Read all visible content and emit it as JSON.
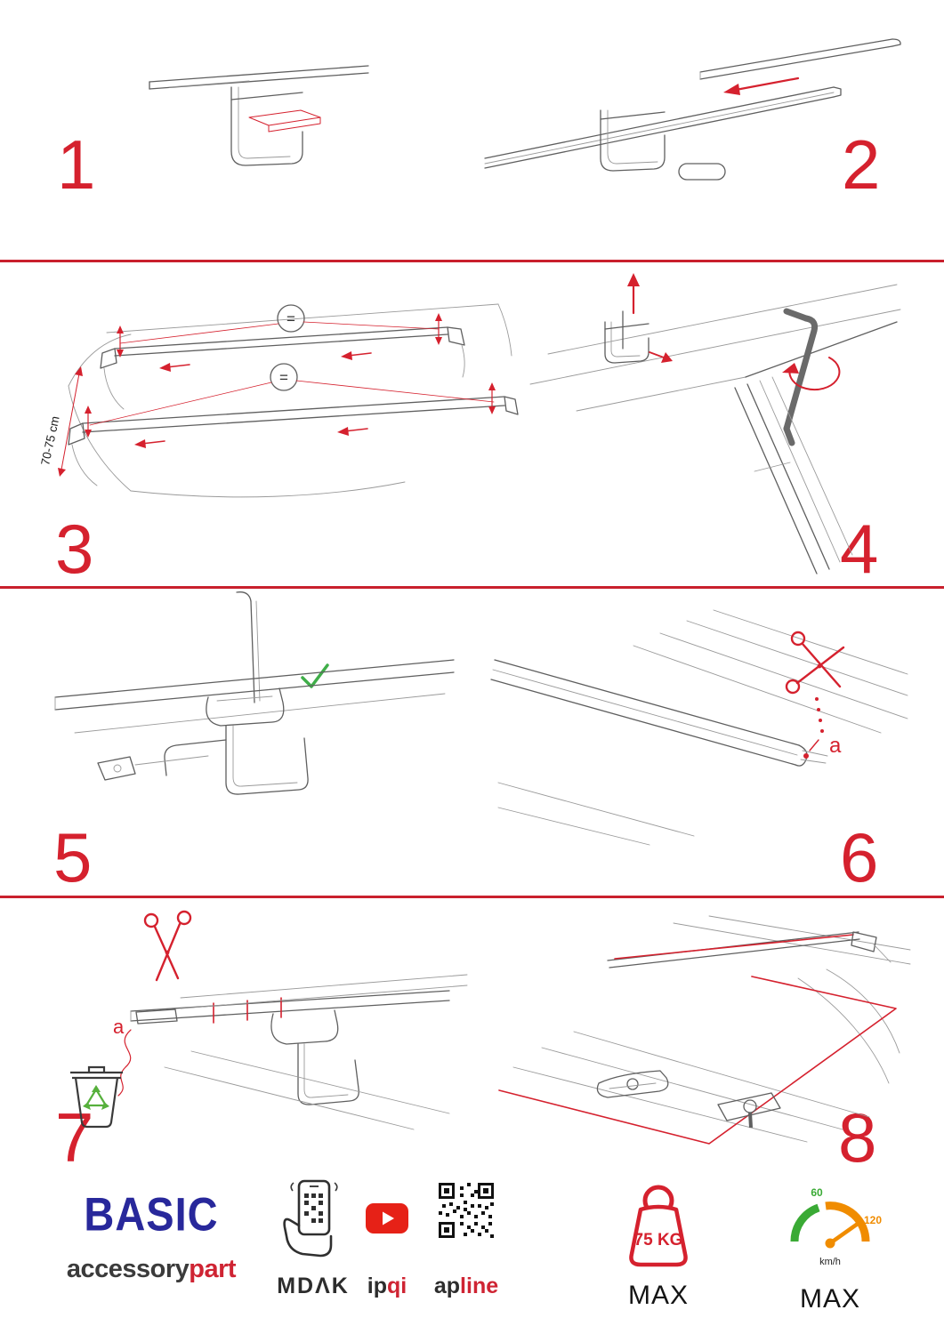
{
  "colors": {
    "accent_red": "#d5212e",
    "brand_blue": "#28289b",
    "logo_red": "#cf2433",
    "text_dark": "#3b3b3b",
    "check_green": "#3fae49",
    "recycle_green": "#56b03c",
    "youtube_red": "#e62117",
    "speed_green": "#3aaa35",
    "speed_orange": "#f08c00"
  },
  "steps": {
    "s1": {
      "number": "1"
    },
    "s2": {
      "number": "2"
    },
    "s3": {
      "number": "3",
      "equal_top": "=",
      "equal_bottom": "=",
      "distance_label": "70-75 cm"
    },
    "s4": {
      "number": "4"
    },
    "s5": {
      "number": "5"
    },
    "s6": {
      "number": "6",
      "part_label": "a"
    },
    "s7": {
      "number": "7",
      "part_label": "a"
    },
    "s8": {
      "number": "8"
    }
  },
  "footer": {
    "brand_title": "BASIC",
    "brand_sub_dark": "accessory",
    "brand_sub_red": "part",
    "app_label": "MDΛK",
    "youtube_dark": "ip",
    "youtube_red": "qi",
    "qr_dark": "ap",
    "qr_red": "line",
    "weight_value": "75 KG",
    "weight_max": "MAX",
    "speed_low": "60",
    "speed_high": "120",
    "speed_unit": "km/h",
    "speed_max": "MAX"
  }
}
